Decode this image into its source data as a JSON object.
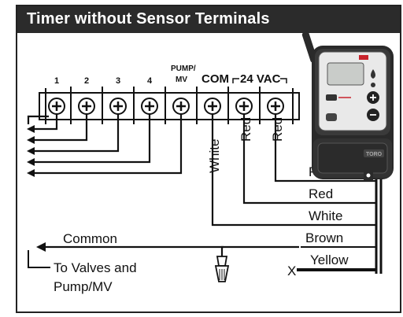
{
  "title": "Timer without Sensor Terminals",
  "terminals": {
    "t1": "1",
    "t2": "2",
    "t3": "3",
    "t4": "4",
    "pump_line1": "PUMP/",
    "pump_line2": "MV",
    "com": "COM",
    "vac": "24 VAC"
  },
  "terminal_wires": {
    "white": "White",
    "red1": "Red",
    "red2": "Red"
  },
  "lead_wires": {
    "red": "Red",
    "red2": "Red",
    "white": "White",
    "brown": "Brown",
    "yellow": "Yellow",
    "x_mark": "X"
  },
  "common": {
    "label": "Common",
    "line2": "To Valves and",
    "line3": "Pump/MV"
  },
  "device": {
    "brand": "TORO"
  },
  "colors": {
    "title_bg": "#2b2b2b",
    "device_body": "#2a2a2a",
    "screen": "#c9ccc9",
    "button_red": "#c8232c"
  }
}
